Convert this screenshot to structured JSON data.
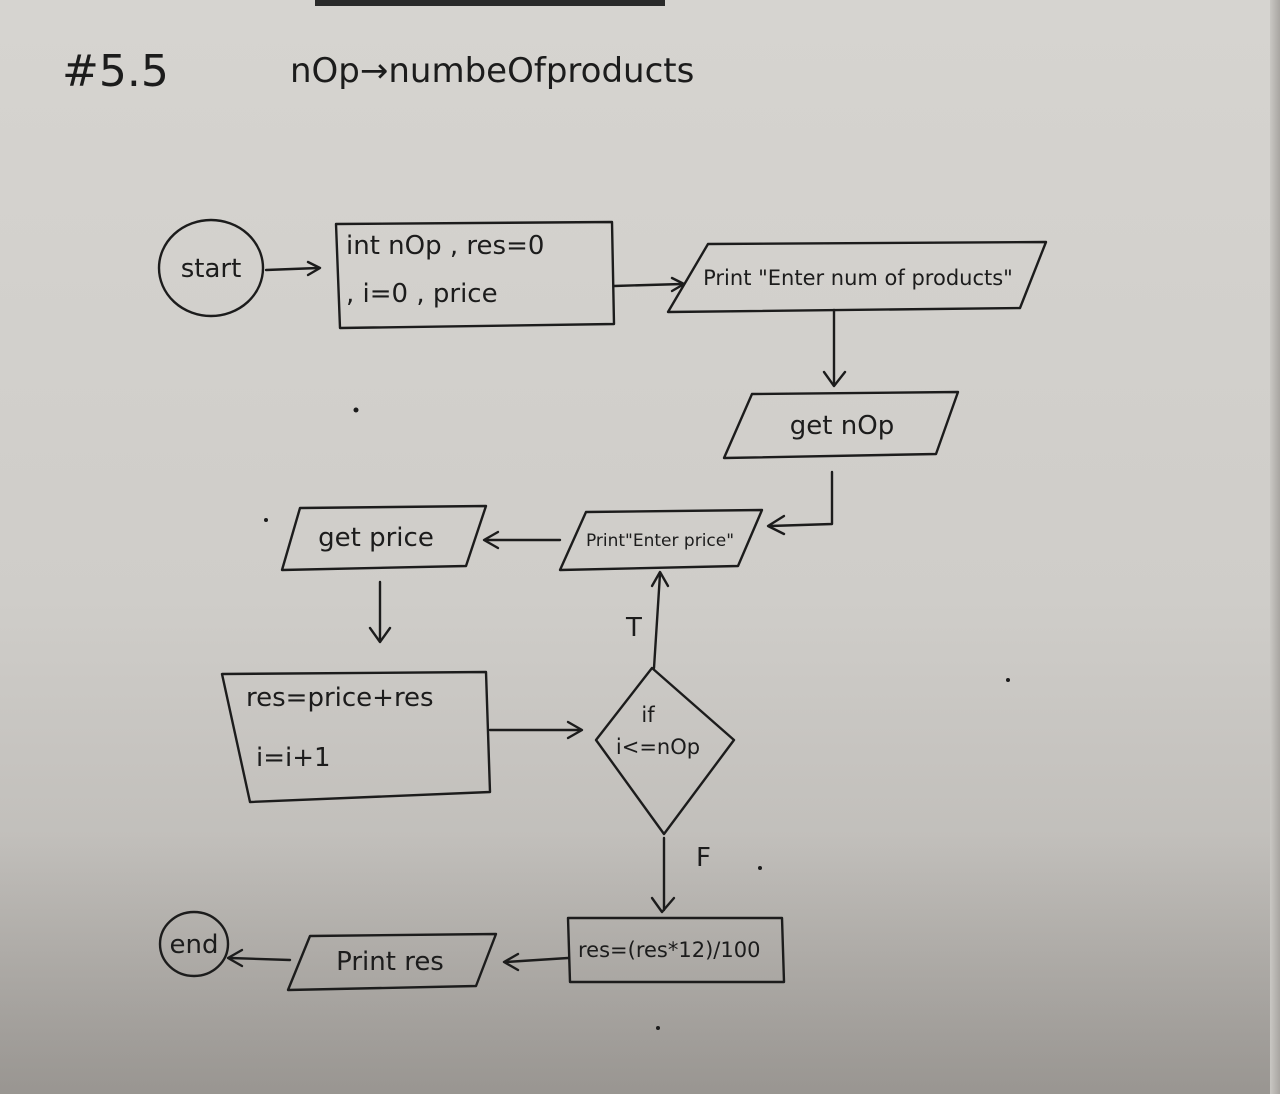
{
  "heading": {
    "number": "#5.5",
    "note": "nOp→numbeOfproducts"
  },
  "nodes": {
    "start": "start",
    "declare_line1": "int nOp , res=0",
    "declare_line2": ", i=0 , price",
    "print_enter_num": "Print \"Enter num of products\"",
    "get_nop": "get nOp",
    "print_enter_price": "Print\"Enter price\"",
    "get_price": "get price",
    "update_line1": "res=price+res",
    "update_line2": "i=i+1",
    "decision_line1": "if",
    "decision_line2": "i<=nOp",
    "compute_res": "res=(res*12)/100",
    "print_res": "Print res",
    "end": "end"
  },
  "branch_labels": {
    "true_label": "T",
    "false_label": "F"
  }
}
